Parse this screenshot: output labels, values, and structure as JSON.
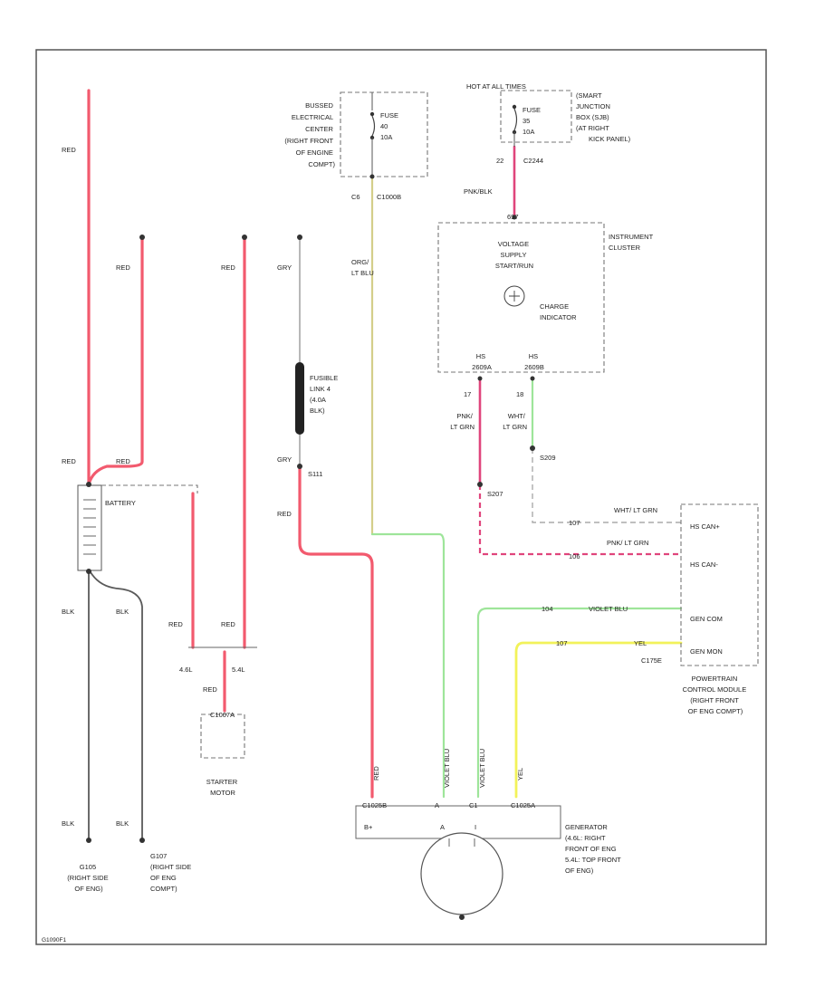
{
  "labels": {
    "hot_at_all_times": "HOT AT ALL TIMES",
    "bussed_fuse_box": [
      "BUSSED",
      "ELECTRICAL",
      "CENTER",
      "(RIGHT FRONT",
      "OF ENGINE",
      "COMPT)"
    ],
    "fuse_40a": [
      "FUSE",
      "40",
      "10A"
    ],
    "fuse_junction": [
      "FUSE",
      "35",
      "10A"
    ],
    "smart_junction": [
      "(SMART",
      "JUNCTION",
      "BOX (SJB)",
      "(AT RIGHT",
      "KICK PANEL)"
    ],
    "c6": "C6",
    "c1000b": "C1000B",
    "c2244": "C2244",
    "pin_22": "22",
    "pnk_blk": "PNK/BLK",
    "pin_697": "697",
    "instrument_cluster": [
      "INSTRUMENT",
      "CLUSTER"
    ],
    "voltage_supply": [
      "VOLTAGE",
      "SUPPLY",
      "START/RUN"
    ],
    "charge_indicator": [
      "CHARGE",
      "INDICATOR"
    ],
    "ns_2609a": [
      "HS",
      "2609A"
    ],
    "hs_2609b": [
      "HS",
      "2609B"
    ],
    "pin_17": "17",
    "pin_18": "18",
    "pnk_lt_grn": [
      "PNK/",
      "LT GRN"
    ],
    "wht_lt_grn": [
      "WHT/",
      "LT GRN"
    ],
    "s209": "S209",
    "s207": "S207",
    "red": "RED",
    "gry": "GRY",
    "blk": "BLK",
    "org_lt_blu": [
      "ORG/",
      "LT BLU"
    ],
    "fusible_link": [
      "FUSIBLE",
      "LINK 4",
      "(4.0A",
      "BLK)"
    ],
    "s111": "S111",
    "battery": "BATTERY",
    "wht_lt_grn_pcm": "WHT/ LT GRN",
    "pin_107": "107",
    "pin_106": "106",
    "pnk_lt_grn_pcm": "PNK/ LT GRN",
    "hs_can_p": "HS CAN+",
    "hs_can_m": "HS CAN-",
    "pin_104": "104",
    "pin_107b": "107",
    "violet_blu": "VIOLET BLU",
    "yel": "YEL",
    "gen_com": "GEN COM",
    "gen_mon": "GEN MON",
    "c175e": "C175E",
    "pcm": [
      "POWERTRAIN",
      "CONTROL MODULE",
      "(RIGHT FRONT",
      "OF ENG COMPT)"
    ],
    "engine_46": "4.6L",
    "engine_54": "5.4L",
    "c1007a": "C1007A",
    "starter_motor": [
      "STARTER",
      "MOTOR"
    ],
    "generator_pins": [
      "C1025B",
      "A",
      "C1",
      "C1025A"
    ],
    "generator_terms": [
      "B+",
      "A",
      "I"
    ],
    "generator_desc": [
      "GENERATOR",
      "(4.6L: RIGHT",
      "FRONT OF ENG",
      "5.4L: TOP FRONT",
      "OF ENG)"
    ],
    "g105": [
      "G105",
      "(RIGHT SIDE",
      "OF ENG)"
    ],
    "g107": [
      "G107",
      "(RIGHT SIDE",
      "OF ENG",
      "COMPT)"
    ],
    "figure_id": "G1090F1"
  }
}
